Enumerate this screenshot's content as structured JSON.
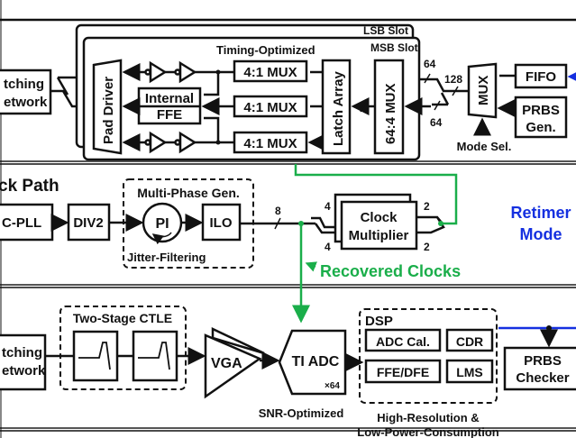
{
  "tx": {
    "matching": [
      "tching",
      "etwork"
    ],
    "lsb_slot": "LSB Slot",
    "msb_slot": "MSB Slot",
    "timing": "Timing-Optimized",
    "pad_driver": "Pad Driver",
    "internal_ffe": [
      "Internal",
      "FFE"
    ],
    "mux41": "4:1 MUX",
    "latch": "Latch Array",
    "mux644": "64:4 MUX",
    "w64a": "64",
    "w128": "128",
    "w64b": "64",
    "mux": "MUX",
    "fifo": "FIFO",
    "prbs_gen": [
      "PRBS",
      "Gen."
    ],
    "mode_sel": "Mode Sel."
  },
  "clk": {
    "title": "ck Path",
    "cpll": "C-PLL",
    "div2": "DIV2",
    "mpg": "Multi-Phase Gen.",
    "pi": "PI",
    "ilo": "ILO",
    "jitter": "Jitter-Filtering",
    "w8": "8",
    "w4a": "4",
    "w4b": "4",
    "w2a": "2",
    "w2b": "2",
    "clock_mult": [
      "Clock",
      "Multiplier"
    ],
    "retimer": [
      "Retimer",
      "Mode"
    ],
    "recovered": "Recovered Clocks"
  },
  "rx": {
    "matching": [
      "tching",
      "etwork"
    ],
    "ctle": "Two-Stage CTLE",
    "vga": "VGA",
    "adc": "TI ADC",
    "adc_mult": "×64",
    "snr": "SNR-Optimized",
    "dsp": "DSP",
    "adc_cal": "ADC Cal.",
    "cdr": "CDR",
    "ffe_dfe": "FFE/DFE",
    "lms": "LMS",
    "dsp_note": [
      "High-Resolution &",
      "Low-Power-Consumption"
    ],
    "prbs_chk": [
      "PRBS",
      "Checker"
    ]
  },
  "colors": {
    "green": "#1aae4a",
    "blue": "#1530e0"
  }
}
